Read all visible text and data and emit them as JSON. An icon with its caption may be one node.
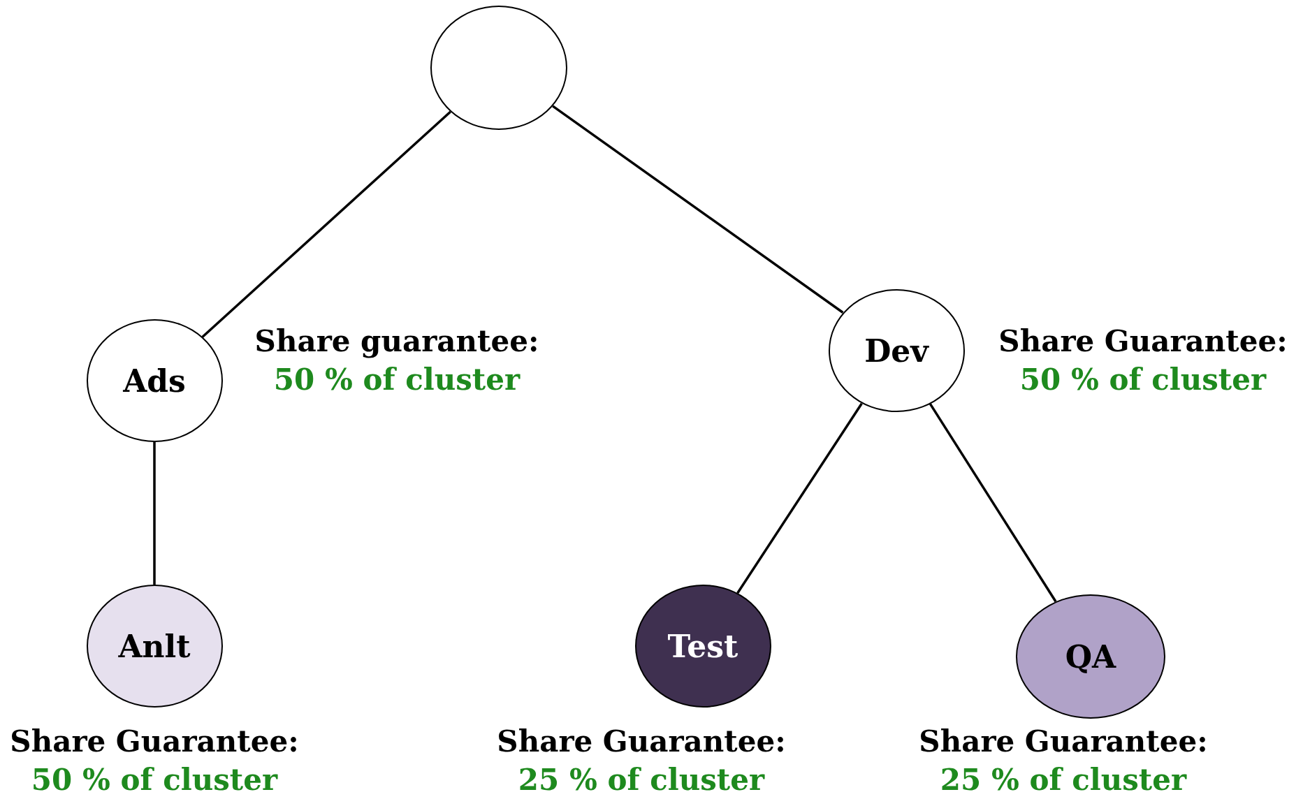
{
  "diagram": {
    "nodes": [
      {
        "text": [],
        "shape": "circle"
      },
      {
        "text": [
          "Ads"
        ],
        "beside": [
          "Share guarantee:",
          "50 % of cluster"
        ]
      },
      {
        "text": [
          "Dev"
        ],
        "beside": [
          "Share Guarantee:",
          "50 % of cluster"
        ]
      },
      {
        "text": [
          "Anlt"
        ],
        "beside": [
          "Share Guarantee:",
          "50 % of cluster"
        ]
      },
      {
        "text": [
          "Test"
        ],
        "beside": [
          "Share Guarantee:",
          "25 % of cluster"
        ]
      },
      {
        "text": [
          "QA"
        ],
        "beside": [
          "Share Guarantee:",
          "25 % of cluster"
        ]
      }
    ],
    "edges": [
      {
        "from": 0,
        "to": 1,
        "arrow": "none"
      },
      {
        "from": 0,
        "to": 2,
        "arrow": "none"
      },
      {
        "from": 1,
        "to": 3,
        "arrow": "none"
      },
      {
        "from": 2,
        "to": 4,
        "arrow": "none"
      },
      {
        "from": 2,
        "to": 5,
        "arrow": "none"
      }
    ]
  }
}
